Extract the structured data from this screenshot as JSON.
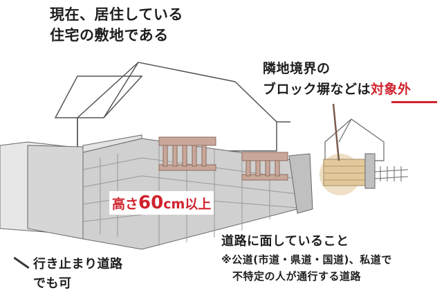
{
  "top_caption": [
    "現在、居住している",
    "住宅の敷地である"
  ],
  "neighbor_caption": {
    "line1": "隣地境界の",
    "line2_prefix": "ブロック塀などは",
    "line2_highlight": "対象外"
  },
  "height_label": {
    "prefix": "高さ",
    "value": "60",
    "unit": "cm以上"
  },
  "road_caption": {
    "main": "道路に面していること",
    "note1": "※公道(市道・県道・国道)、私道で",
    "note2": "不特定の人が通行する道路"
  },
  "dead_end_caption": [
    "行き止まり道路",
    "でも可"
  ],
  "colors": {
    "accent_red": "#d0222d",
    "block_wall": "#cfd0cf",
    "fence": "#c9a89a",
    "neighbor_wall": "#e2c89a"
  }
}
